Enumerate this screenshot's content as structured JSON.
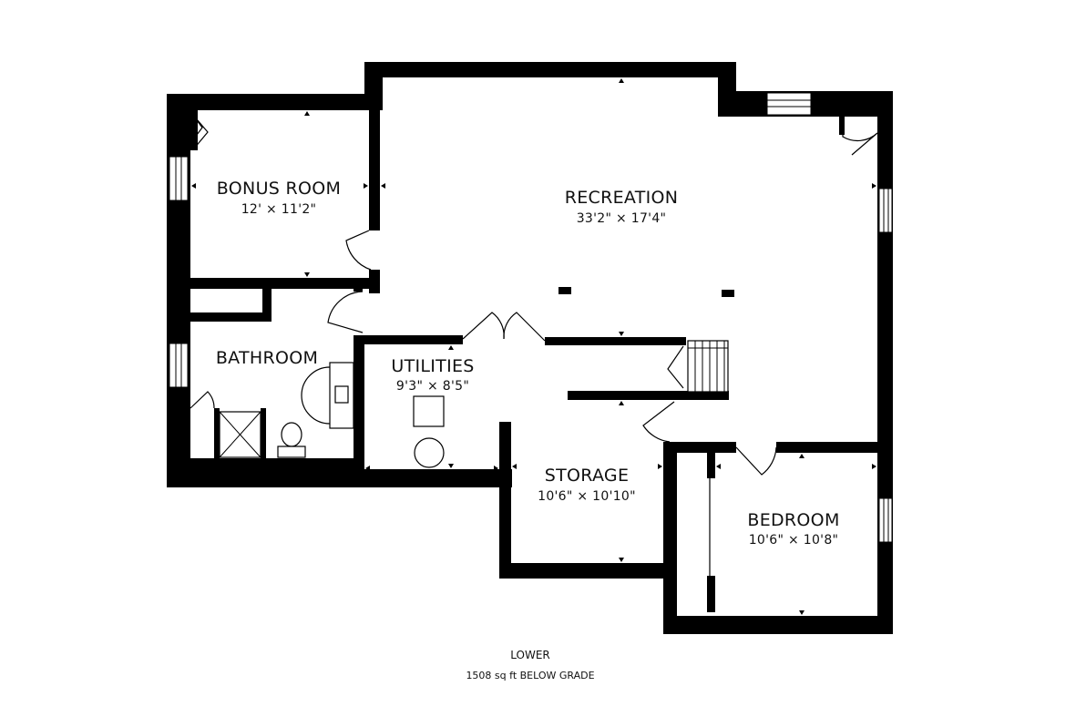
{
  "rooms": {
    "bonus_room": {
      "name": "BONUS ROOM",
      "dimensions": "12' × 11'2\""
    },
    "recreation": {
      "name": "RECREATION",
      "dimensions": "33'2\" × 17'4\""
    },
    "bathroom": {
      "name": "BATHROOM",
      "dimensions": ""
    },
    "utilities": {
      "name": "UTILITIES",
      "dimensions": "9'3\" × 8'5\""
    },
    "storage": {
      "name": "STORAGE",
      "dimensions": "10'6\" × 10'10\""
    },
    "bedroom": {
      "name": "BEDROOM",
      "dimensions": "10'6\" × 10'8\""
    }
  },
  "footer": {
    "level": "LOWER",
    "area": "1508 sq ft BELOW GRADE"
  },
  "colors": {
    "wall": "#000000",
    "background": "#ffffff"
  }
}
